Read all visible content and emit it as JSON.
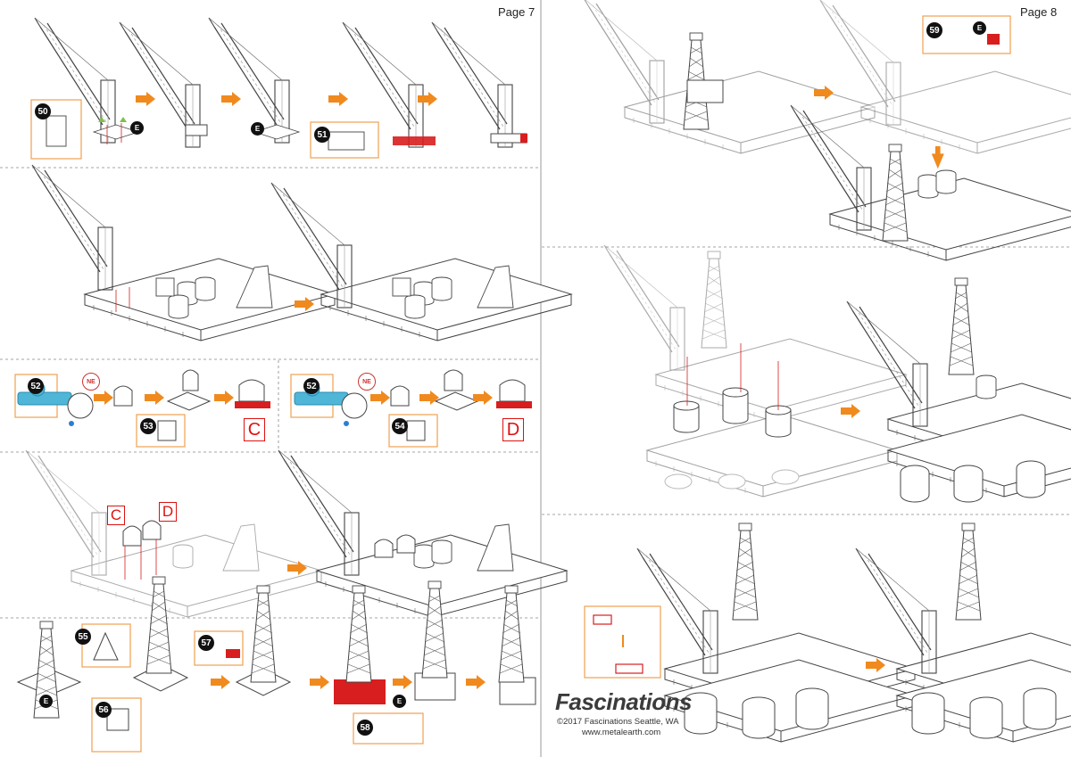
{
  "pages": {
    "left_label": "Page 7",
    "right_label": "Page 8"
  },
  "steps": {
    "s50": "50",
    "s51": "51",
    "s52a": "52",
    "s52b": "52",
    "s53": "53",
    "s54": "54",
    "s55": "55",
    "s56": "56",
    "s57": "57",
    "s58": "58",
    "s59": "59"
  },
  "markers": {
    "e": "E",
    "ne": "NE",
    "c": "C",
    "d": "D"
  },
  "footer": {
    "brand": "Fascinations",
    "copyright": "©2017 Fascinations Seattle, WA",
    "url": "www.metalearth.com"
  },
  "colors": {
    "arrow": "#f08a1e",
    "highlight_red": "#d81e1e",
    "cyan_part": "#4fb6d8",
    "callout_border": "#f0a050",
    "line_dark": "#444444",
    "line_faded": "#c4c4c4"
  }
}
